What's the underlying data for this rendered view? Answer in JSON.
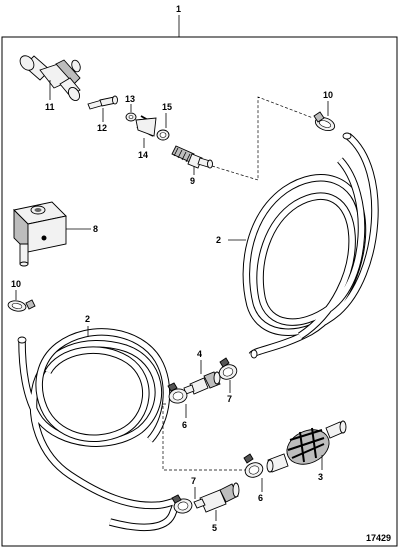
{
  "figure": {
    "assembly_number": "1",
    "figure_number": "17429"
  },
  "callouts": {
    "c11": "11",
    "c12": "12",
    "c13": "13",
    "c14": "14",
    "c15": "15",
    "c9": "9",
    "c10_top": "10",
    "c8": "8",
    "c2_right": "2",
    "c10_left": "10",
    "c2_left": "2",
    "c4": "4",
    "c6_upper": "6",
    "c7_upper": "7",
    "c3": "3",
    "c7_lower": "7",
    "c5": "5",
    "c6_lower": "6"
  }
}
